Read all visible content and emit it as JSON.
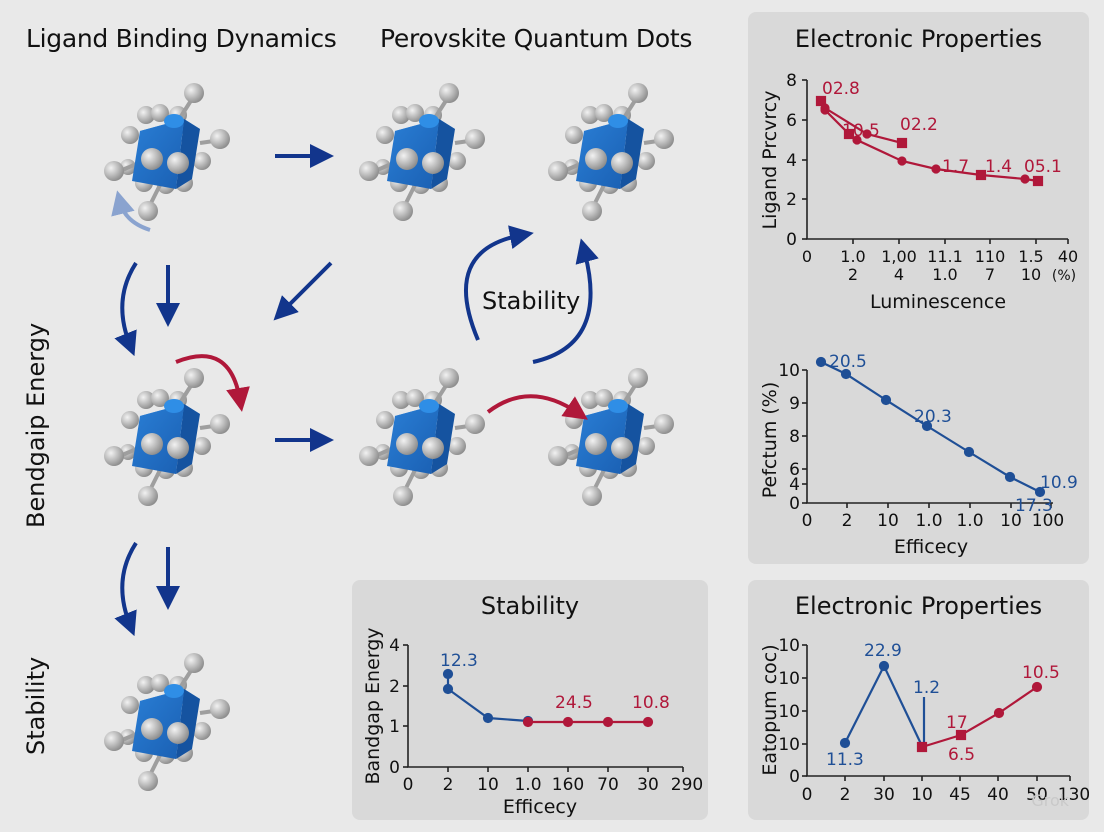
{
  "headers": {
    "ligand_binding": "Ligand Binding Dynamics",
    "perovskite_dots": "Perovskite Quantum Dots",
    "electronic_top": "Electronic Properties",
    "bandgap_side": "Bendgaip Energy",
    "stability_side": "Stability",
    "stability_cycle": "Stability"
  },
  "colors": {
    "background": "#e9e9e9",
    "panel": "#d9d9d9",
    "cube_blue": "#1f6fc6",
    "ligand_gray": "#b8b8b8",
    "arrow_blue": "#12358c",
    "arrow_red": "#b0183a",
    "series_red": "#b0183a",
    "series_blue": "#1f4f96"
  },
  "watermark": "Grok",
  "chart_data": [
    {
      "id": "electronic_top",
      "type": "line",
      "title": "Electronic Properties",
      "xlabel": "Luminescence",
      "ylabel": "Ligand Prcvrcy",
      "ylim": [
        0,
        8
      ],
      "yticks": [
        "0",
        "2",
        "4",
        "6",
        "8"
      ],
      "xticks": [
        {
          "top": "0",
          "bottom": ""
        },
        {
          "top": "1.0",
          "bottom": "2"
        },
        {
          "top": "1,00",
          "bottom": "4"
        },
        {
          "top": "11.1",
          "bottom": "1.0"
        },
        {
          "top": "110",
          "bottom": "7"
        },
        {
          "top": "1.5",
          "bottom": "10"
        },
        {
          "top": "40",
          "bottom": "(%)"
        }
      ],
      "series": [
        {
          "name": "upper",
          "color": "#b0183a",
          "points": [
            [
              0.25,
              6.9
            ],
            [
              0.35,
              6.6
            ],
            [
              1.25,
              4.6
            ],
            [
              2.0,
              4.1
            ]
          ]
        },
        {
          "name": "lower",
          "color": "#b0183a",
          "points": [
            [
              0.25,
              6.9
            ],
            [
              0.35,
              6.5
            ],
            [
              0.95,
              4.7
            ],
            [
              1.15,
              4.4
            ],
            [
              2.0,
              3.4
            ],
            [
              3.0,
              3.0
            ],
            [
              3.95,
              2.7
            ],
            [
              4.95,
              2.5
            ],
            [
              5.25,
              2.4
            ]
          ]
        }
      ],
      "annotations": [
        {
          "text": "02.8",
          "x": 0.35,
          "y": 7.55
        },
        {
          "text": "10.5",
          "x": 0.95,
          "y": 5.45
        },
        {
          "text": "02.2",
          "x": 2.0,
          "y": 5.1
        },
        {
          "text": "1.7",
          "x": 3.0,
          "y": 3.75
        },
        {
          "text": "1.4",
          "x": 4.0,
          "y": 3.6
        },
        {
          "text": "05.1",
          "x": 4.95,
          "y": 3.6
        }
      ]
    },
    {
      "id": "efficiency_mid",
      "type": "line",
      "title": "",
      "xlabel": "Efficecy",
      "ylabel": "Pefctum (%)",
      "yticks": [
        "0",
        "4",
        "6",
        "8",
        "9",
        "10"
      ],
      "xticks": [
        "0",
        "2",
        "10",
        "1.0",
        "1.0",
        "10",
        "100"
      ],
      "series": [
        {
          "name": "blue",
          "color": "#1f4f96",
          "points": [
            [
              0.3,
              9.4
            ],
            [
              1,
              8.95
            ],
            [
              2,
              8.15
            ],
            [
              3,
              7.35
            ],
            [
              4,
              6.55
            ],
            [
              5,
              5.75
            ],
            [
              5.9,
              5.25
            ]
          ]
        }
      ],
      "annotations": [
        {
          "text": "20.5",
          "x": 0.9,
          "y": 9.75
        },
        {
          "text": "20.3",
          "x": 2.9,
          "y": 7.95
        },
        {
          "text": "10.9",
          "x": 6.3,
          "y": 5.75
        },
        {
          "text": "17.3",
          "x": 5.3,
          "y": 4.6
        }
      ]
    },
    {
      "id": "stability_bottom",
      "type": "line",
      "title": "Stability",
      "xlabel": "Efficecy",
      "ylabel": "Bandgap Energy",
      "ylim": [
        0,
        4
      ],
      "yticks": [
        "0",
        "1",
        "2",
        "4"
      ],
      "xticks": [
        "0",
        "2",
        "10",
        "1.0",
        "160",
        "70",
        "30",
        "290"
      ],
      "series": [
        {
          "name": "blue",
          "color": "#1f4f96",
          "points": [
            [
              1,
              2.3
            ],
            [
              1,
              1.85
            ],
            [
              2,
              1.3
            ],
            [
              3,
              1.2
            ]
          ]
        },
        {
          "name": "red",
          "color": "#b0183a",
          "points": [
            [
              3,
              1.2
            ],
            [
              4,
              1.2
            ],
            [
              5,
              1.2
            ],
            [
              6,
              1.2
            ]
          ]
        }
      ],
      "annotations": [
        {
          "text": "12.3",
          "x": 1.3,
          "y": 2.8,
          "color": "#1f4f96"
        },
        {
          "text": "24.5",
          "x": 4.4,
          "y": 1.75,
          "color": "#b0183a"
        },
        {
          "text": "10.8",
          "x": 6.3,
          "y": 1.75,
          "color": "#b0183a"
        }
      ]
    },
    {
      "id": "electronic_bottom",
      "type": "line",
      "title": "Electronic Properties",
      "xlabel": "",
      "ylabel": "Eatopum coc)",
      "yticks": [
        "0",
        "10",
        "10",
        "10",
        "10"
      ],
      "xticks": [
        "0",
        "2",
        "30",
        "10",
        "45",
        "40",
        "50",
        "130"
      ],
      "series": [
        {
          "name": "blue",
          "color": "#1f4f96",
          "points": [
            [
              1,
              1.15
            ],
            [
              2,
              3.45
            ],
            [
              3,
              1.0
            ]
          ]
        },
        {
          "name": "red",
          "color": "#b0183a",
          "points": [
            [
              3,
              1.0
            ],
            [
              4,
              1.35
            ],
            [
              5,
              2.05
            ],
            [
              6,
              2.85
            ]
          ]
        }
      ],
      "annotations": [
        {
          "text": "11.3",
          "x": 1.0,
          "y": 0.6,
          "color": "#1f4f96"
        },
        {
          "text": "22.9",
          "x": 2.0,
          "y": 3.85,
          "color": "#1f4f96"
        },
        {
          "text": "1.2",
          "x": 3.0,
          "y": 3.05,
          "color": "#1f4f96"
        },
        {
          "text": "17",
          "x": 3.9,
          "y": 1.65,
          "color": "#b0183a"
        },
        {
          "text": "6.5",
          "x": 4.0,
          "y": 0.85,
          "color": "#b0183a"
        },
        {
          "text": "10.5",
          "x": 6.0,
          "y": 3.25,
          "color": "#b0183a"
        }
      ]
    }
  ]
}
